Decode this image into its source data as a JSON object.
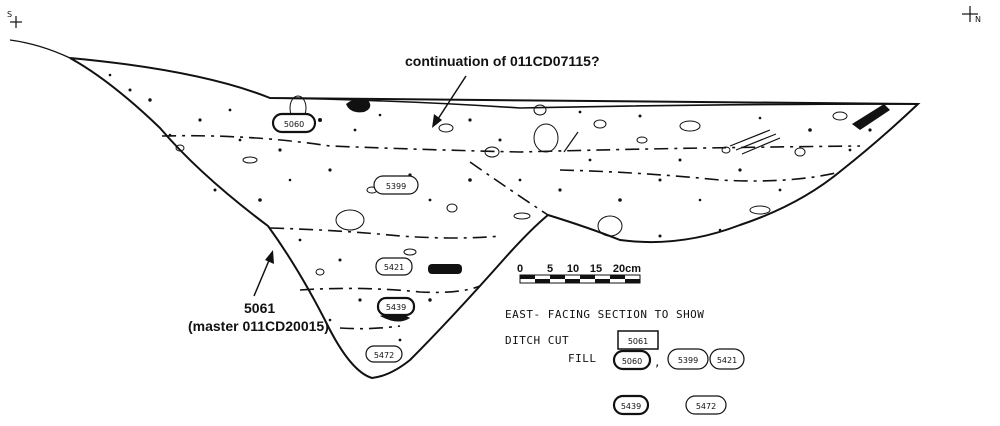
{
  "compass": {
    "left": "S",
    "right": "N"
  },
  "annotations": {
    "continuation": "continuation of 011CD07115?",
    "cut_number": "5061",
    "cut_master": "(master 011CD20015)"
  },
  "scale_bar": {
    "ticks": [
      "0",
      "5",
      "10",
      "15",
      "20cm"
    ]
  },
  "section_tags": {
    "fill_top": "5060",
    "fill_mid": "5399",
    "fill_lower": "5421",
    "fill_base_upper": "5439",
    "fill_base": "5472"
  },
  "notes": {
    "line1": "EAST- FACING SECTION TO SHOW",
    "ditch_cut_label": "DITCH CUT",
    "cut_box": "5061",
    "fill_label": "FILL",
    "fill_tags": [
      "5060",
      "5399",
      "5421",
      "5439",
      "5472"
    ],
    "comma": ","
  },
  "colors": {
    "ink": "#111111",
    "paper": "#ffffff"
  }
}
